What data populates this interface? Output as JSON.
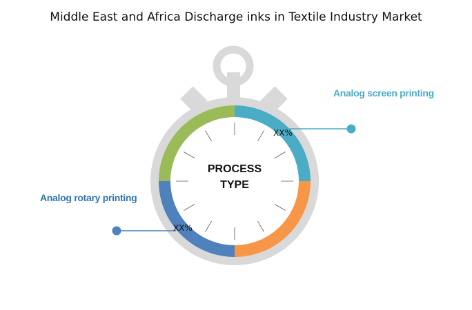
{
  "chart_data": {
    "type": "pie",
    "title": "Middle East and Africa Discharge inks in Textile Industry Market",
    "center_label": [
      "PROCESS",
      "TYPE"
    ],
    "segments": [
      {
        "name": "Analog screen printing",
        "value": 25,
        "color": "#4bacc6",
        "label": "XX%",
        "annotated": true
      },
      {
        "name": "",
        "value": 25,
        "color": "#f79646",
        "annotated": false
      },
      {
        "name": "Analog rotary printing",
        "value": 25,
        "color": "#4f81bd",
        "label": "XX%",
        "annotated": true
      },
      {
        "name": "",
        "value": 25,
        "color": "#9bbb59",
        "annotated": false
      }
    ],
    "label_colors": {
      "screen": "#4bacc6",
      "rotary": "#2e75b6"
    }
  }
}
